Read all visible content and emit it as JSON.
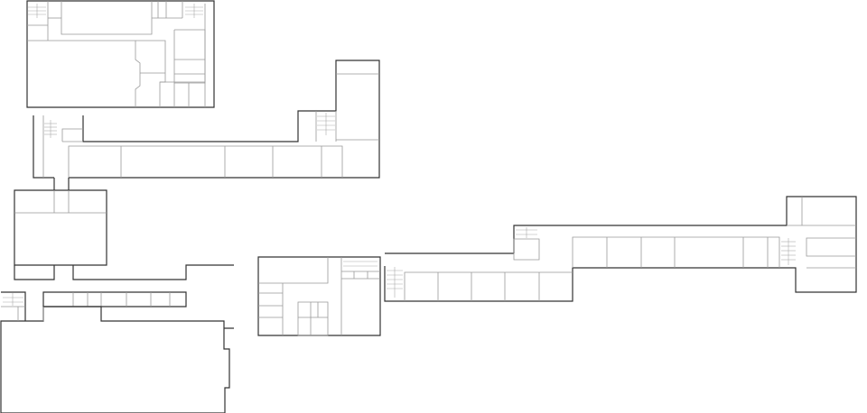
{
  "colors": {
    "background": "#ffffff",
    "wall": "#333333",
    "room": "#999999",
    "stair": "#aaaaaa"
  },
  "elements": [
    {
      "id": "building-top-left",
      "kind": "building"
    },
    {
      "id": "building-corridor-north",
      "kind": "building"
    },
    {
      "id": "building-central-block",
      "kind": "building"
    },
    {
      "id": "building-west-wing",
      "kind": "building"
    },
    {
      "id": "building-south-hall",
      "kind": "building"
    },
    {
      "id": "building-central-annex",
      "kind": "building"
    },
    {
      "id": "building-east-wing",
      "kind": "building"
    }
  ]
}
